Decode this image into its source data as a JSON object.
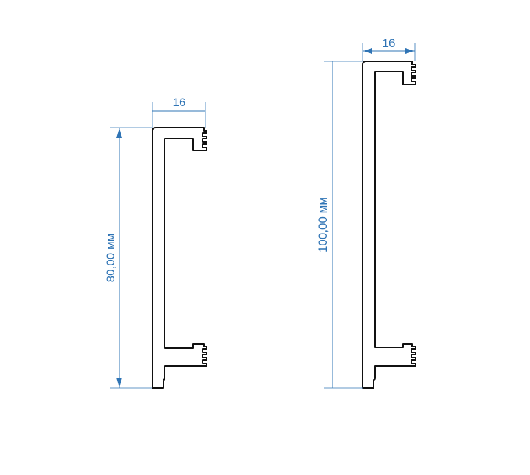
{
  "colors": {
    "dimension": "#2f74b5",
    "outline": "#111111",
    "background": "#ffffff"
  },
  "profiles": [
    {
      "width_label": "16",
      "height_label": "80,00 мм",
      "width_mm": 16,
      "height_mm": 80
    },
    {
      "width_label": "16",
      "height_label": "100,00 мм",
      "width_mm": 16,
      "height_mm": 100
    }
  ]
}
